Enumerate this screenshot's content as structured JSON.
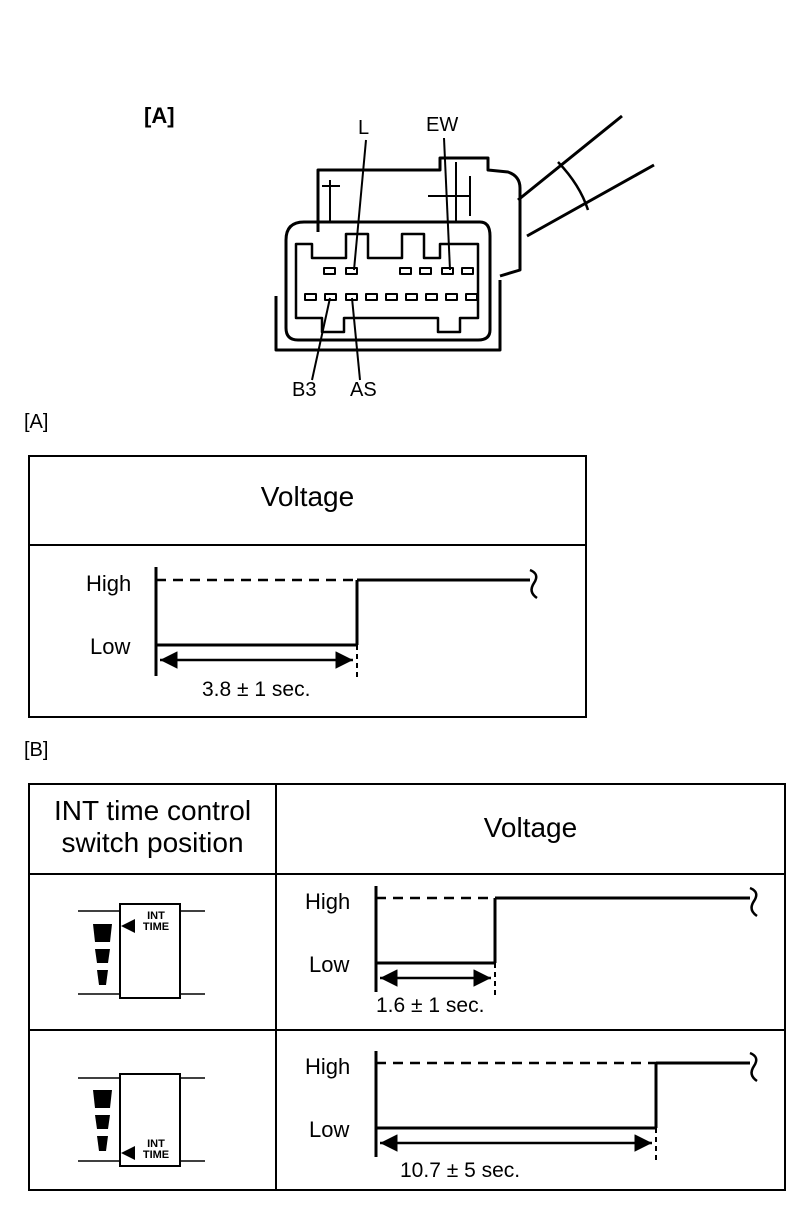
{
  "connector": {
    "title": "[A]",
    "pins": {
      "l": "L",
      "ew": "EW",
      "b3": "B3",
      "as": "AS"
    }
  },
  "section_a": {
    "label": "[A]",
    "header": "Voltage",
    "high": "High",
    "low": "Low",
    "duration": "3.8 ± 1 sec."
  },
  "section_b": {
    "label": "[B]",
    "col1_header_line1": "INT time control",
    "col1_header_line2": "switch position",
    "col2_header": "Voltage",
    "rows": [
      {
        "switch_text_1": "INT",
        "switch_text_2": "TIME",
        "high": "High",
        "low": "Low",
        "duration": "1.6 ± 1 sec."
      },
      {
        "switch_text_1": "INT",
        "switch_text_2": "TIME",
        "high": "High",
        "low": "Low",
        "duration": "10.7 ± 5 sec."
      }
    ]
  }
}
